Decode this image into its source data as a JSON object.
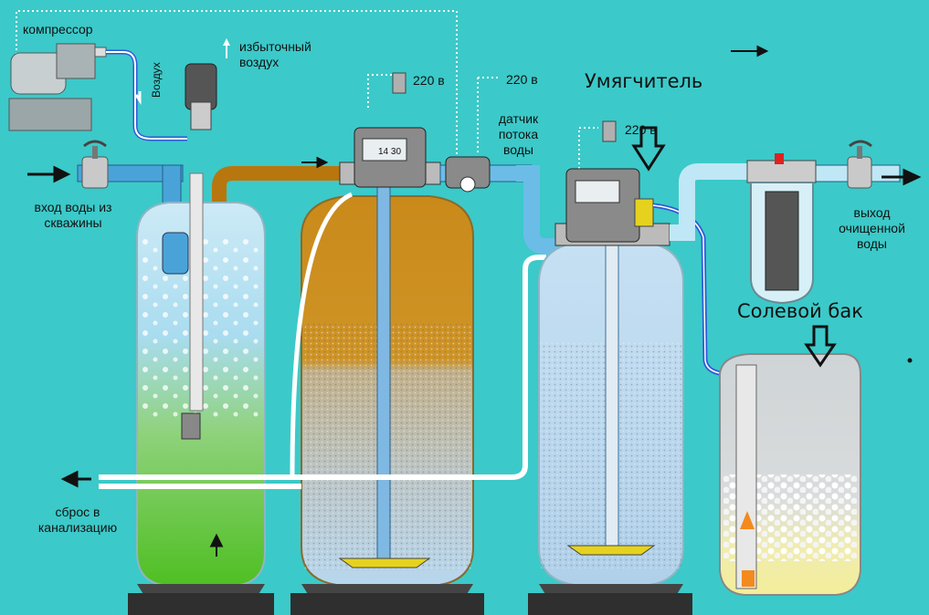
{
  "labels": {
    "compressor": "компрессор",
    "air": "Воздух",
    "excess_air": "избыточный воздух",
    "inlet": "вход воды из скважины",
    "drain": "сброс в канализацию",
    "power1": "220 в",
    "power2": "220 в",
    "power3": "220 в",
    "flow_sensor": "датчик потока воды",
    "softener": "Умягчитель",
    "salt_tank": "Солевой бак",
    "outlet": "выход очищенной воды",
    "timer_display": "14 30"
  },
  "colors": {
    "background": "#3cc9c9",
    "tank1_top": "#bfe6f2",
    "tank1_bottom": "#5fc72e",
    "tank2_top": "#c98a1a",
    "tank2_bottom": "#b9dbef",
    "tank3": "#bcd9ef",
    "water_pipe": "#4aa3d8",
    "dirty_pipe": "#b8760f"
  }
}
